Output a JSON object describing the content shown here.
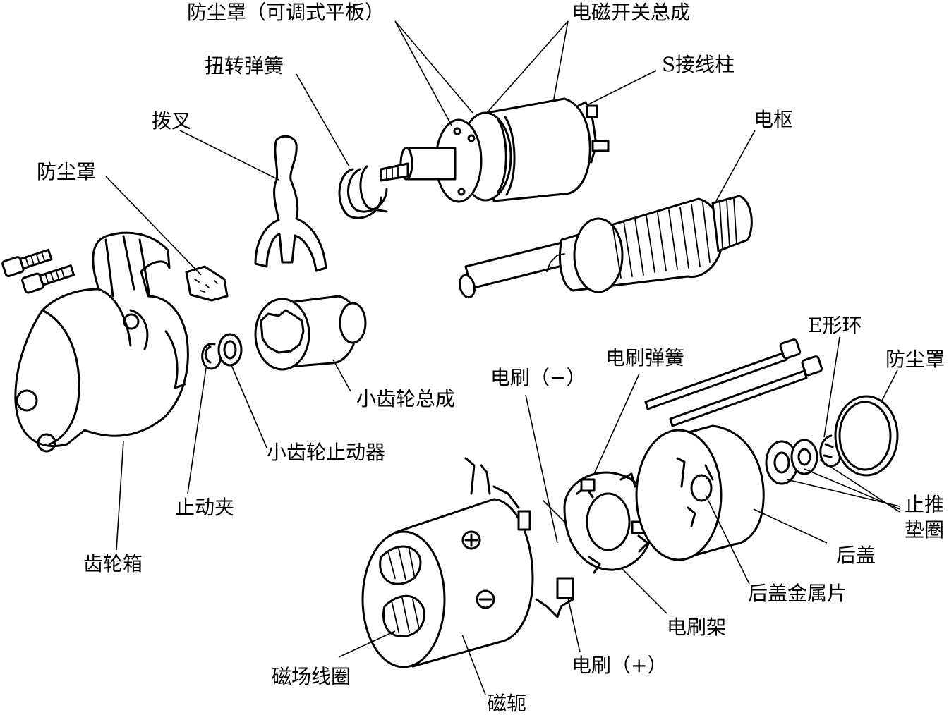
{
  "labels": {
    "dust_cover_adjust_plate": "防尘罩（可调式平板）",
    "solenoid_switch_assembly": "电磁开关总成",
    "torsion_spring": "扭转弹簧",
    "s_terminal": "S接线柱",
    "shift_fork": "拨叉",
    "armature": "电枢",
    "dust_cover_left": "防尘罩",
    "pinion_assembly": "小齿轮总成",
    "pinion_stopper": "小齿轮止动器",
    "stop_clip": "止动夹",
    "gear_housing": "齿轮箱",
    "brush_negative": "电刷（−）",
    "brush_spring": "电刷弹簧",
    "e_ring": "E形环",
    "dust_cover_right": "防尘罩",
    "thrust_washer_line1": "止推",
    "thrust_washer_line2": "垫圈",
    "rear_cover": "后盖",
    "rear_cover_metal": "后盖金属片",
    "brush_holder": "电刷架",
    "brush_positive": "电刷（+）",
    "field_coil": "磁场线圈",
    "yoke": "磁轭"
  },
  "colors": {
    "ink": "#000000",
    "background": "#ffffff"
  }
}
